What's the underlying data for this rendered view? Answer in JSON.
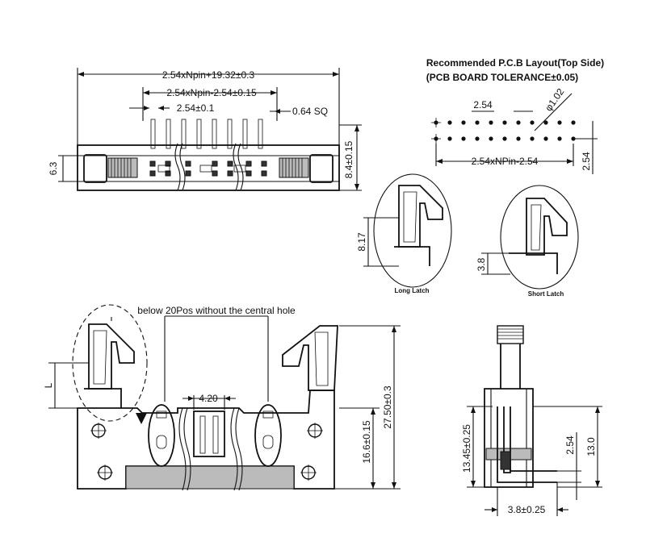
{
  "labels": {
    "total_width": "2.54xNpin+19.32±0.3",
    "pin_span": "2.54xNpin-2.54±0.15",
    "pitch": "2.54±0.1",
    "pin_sq": "0.64 SQ",
    "height_left": "6.3",
    "height_right": "8.4±0.15",
    "pcb_title_1": "Recommended P.C.B Layout(Top Side)",
    "pcb_title_2": "(PCB BOARD TOLERANCE±0.05)",
    "pcb_pitch": "2.54",
    "pcb_hole": "φ1.02",
    "pcb_span": "2.54xNPin-2.54",
    "pcb_row": "2.54",
    "long_latch_dim": "8.17",
    "long_latch_caption": "Long Latch",
    "short_latch_dim": "3.8",
    "short_latch_caption": "Short Latch",
    "central_hole_note": "below 20Pos without the central hole",
    "latch_l": "L",
    "key_width": "4.20",
    "front_height_1": "16.6±0.15",
    "front_height_2": "27.50±0.3",
    "side_h1": "13.45±0.25",
    "side_pitch": "2.54",
    "side_h2": "13.0",
    "side_bottom": "3.8±0.25"
  }
}
